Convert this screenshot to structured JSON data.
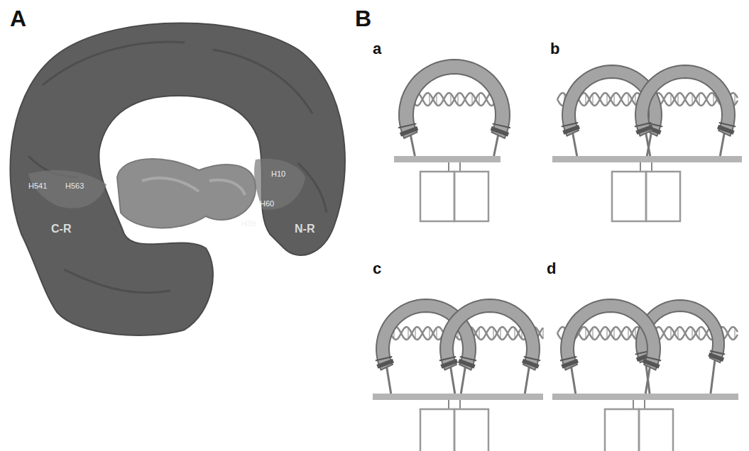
{
  "diagram": {
    "labels": [
      "A",
      "B",
      "a",
      "b",
      "c",
      "d",
      "H541",
      "H563",
      "H10",
      "H60",
      "H39",
      "C-R",
      "N-R"
    ]
  }
}
